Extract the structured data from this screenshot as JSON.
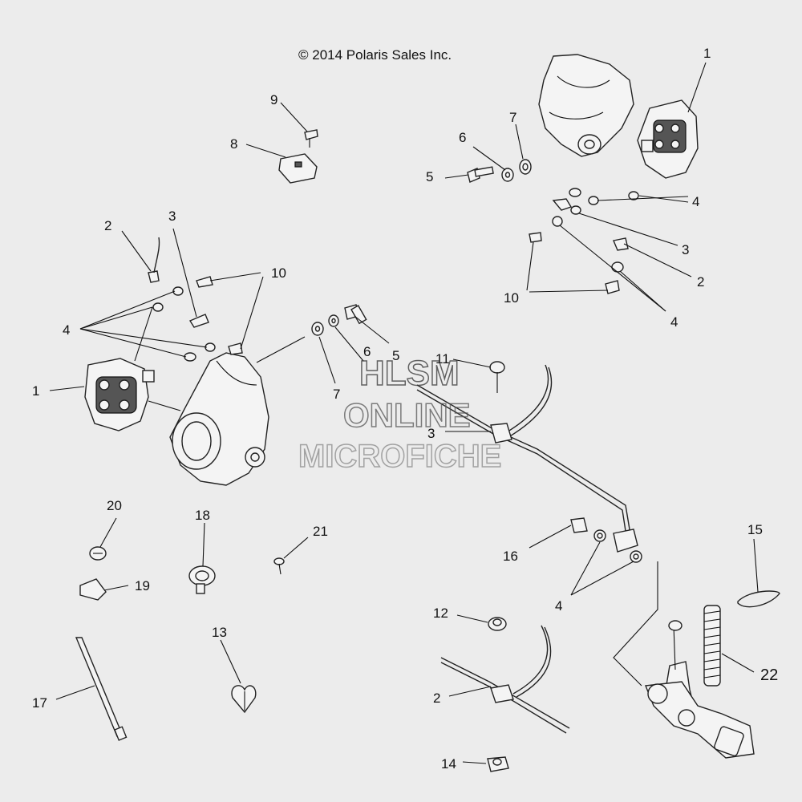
{
  "copyright": "© 2014 Polaris Sales Inc.",
  "watermark": {
    "line1": "HLSM",
    "line2": "ONLINE",
    "line3": "MICROFICHE"
  },
  "callouts": {
    "c1_top": "1",
    "c1_left": "1",
    "c2_left": "2",
    "c2_right": "2",
    "c2_bottom": "2",
    "c3_left": "3",
    "c3_right": "3",
    "c3_mid": "3",
    "c4_left": "4",
    "c4_right_top": "4",
    "c4_right_bottom": "4",
    "c4_lower": "4",
    "c5_top": "5",
    "c5_mid": "5",
    "c6_top": "6",
    "c6_mid": "6",
    "c7_top": "7",
    "c7_mid": "7",
    "c8": "8",
    "c9": "9",
    "c10_left": "10",
    "c10_right": "10",
    "c11": "11",
    "c12": "12",
    "c13": "13",
    "c14": "14",
    "c15": "15",
    "c16": "16",
    "c17": "17",
    "c18": "18",
    "c19": "19",
    "c20": "20",
    "c21": "21",
    "c22": "22"
  }
}
